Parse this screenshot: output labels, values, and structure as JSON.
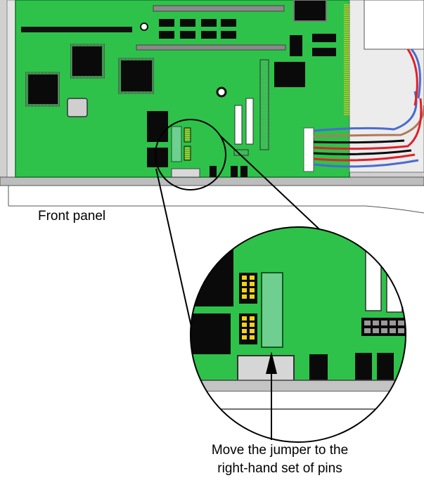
{
  "labels": {
    "front_panel": "Front panel",
    "jumper_line1": "Move the jumper to the",
    "jumper_line2": "right-hand set of pins"
  },
  "colors": {
    "board": "#2ec24a",
    "board_edge": "#11752a",
    "chassis": "#c9c9c9",
    "chip": "#0a0a0a",
    "jumper": "#6fcf90",
    "pins": "#f1d21b",
    "cable_blue": "#4a6bd1",
    "cable_red": "#e0202a",
    "cable_brown": "#b07a5a"
  },
  "icons": {
    "jumper": "jumper-block",
    "pins": "pin-header"
  }
}
